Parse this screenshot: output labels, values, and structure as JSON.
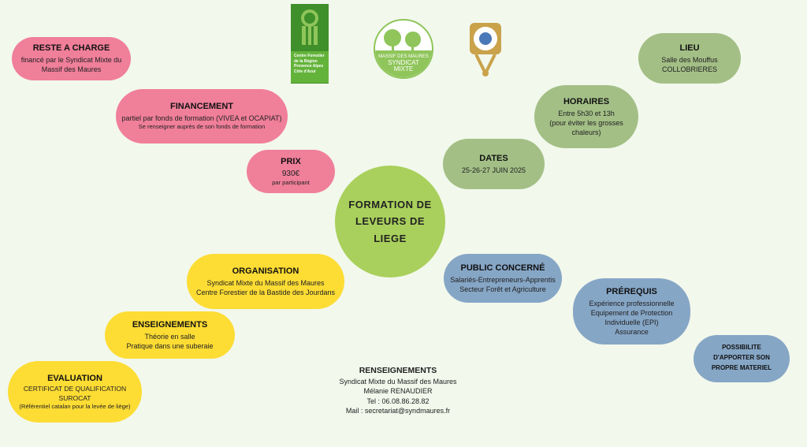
{
  "title": "FORMATION DE LEVEURS DE LIEGE",
  "logos": {
    "cfr": "Centre Forestier de la Région Provence Alpes Côte d'Azur",
    "syndicat": "MASSIF DES MAURES SYNDICAT MIXTE"
  },
  "reste": {
    "title": "RESTE A CHARGE",
    "l1": "financé par le Syndicat Mixte du Massif des Maures"
  },
  "financement": {
    "title": "FINANCEMENT",
    "l1": "partiel par fonds de formation (VIVEA et OCAPIAT)",
    "l2": "Se renseigner auprès de son fonds de formation"
  },
  "prix": {
    "title": "PRIX",
    "l1": "930€",
    "l2": "par participant"
  },
  "dates": {
    "title": "DATES",
    "l1": "25-26-27 JUIN 2025"
  },
  "horaires": {
    "title": "HORAIRES",
    "l1": "Entre 5h30 et 13h",
    "l2": "(pour éviter les grosses chaleurs)"
  },
  "lieu": {
    "title": "LIEU",
    "l1": "Salle des Mouffus",
    "l2": "COLLOBRIERES"
  },
  "organisation": {
    "title": "ORGANISATION",
    "l1": "Syndicat Mixte du Massif des Maures",
    "l2": "Centre Forestier de la Bastide des Jourdans"
  },
  "enseignements": {
    "title": "ENSEIGNEMENTS",
    "l1": "Théorie en salle",
    "l2": "Pratique dans une suberaie"
  },
  "evaluation": {
    "title": "EVALUATION",
    "l1": "CERTIFICAT DE QUALIFICATION SUROCAT",
    "l2": "(Référentiel catalan pour la levée de liège)"
  },
  "public": {
    "title": "PUBLIC CONCERNÉ",
    "l1": "Salariés-Entrepreneurs-Apprentis",
    "l2": "Secteur Forêt et Agriculture"
  },
  "prerequis": {
    "title": "PRÉREQUIS",
    "l1": "Expérience professionnelle",
    "l2": "Equipement de Protection Individuelle (EPI)",
    "l3": "Assurance"
  },
  "possibilite": {
    "title": "POSSIBILITE D'APPORTER SON PROPRE MATERIEL"
  },
  "contact": {
    "title": "RENSEIGNEMENTS",
    "l1": "Syndicat Mixte du Massif des Maures",
    "l2": "Mélanie RENAUDIER",
    "l3": "Tel : 06.08.86.28.82",
    "l4": "Mail : secretariat@syndmaures.fr"
  }
}
